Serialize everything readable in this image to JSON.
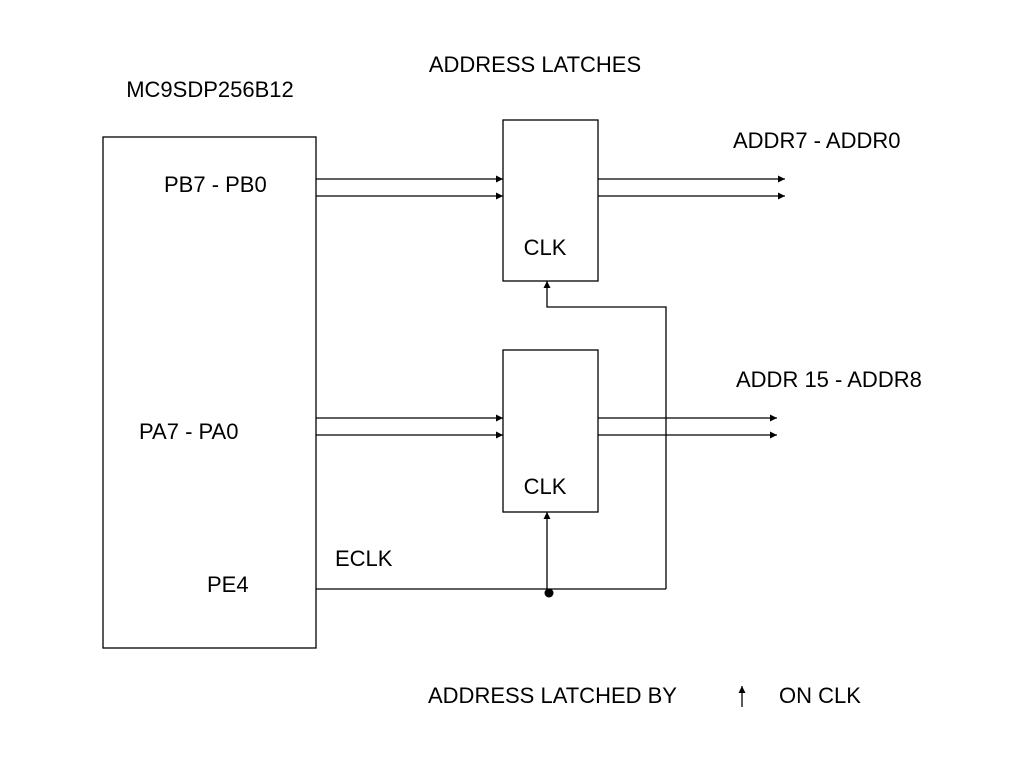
{
  "title": "ADDRESS LATCHES",
  "mcu": {
    "name": "MC9SDP256B12",
    "ports": {
      "portb": "PB7 - PB0",
      "porta": "PA7 - PA0",
      "pe4": "PE4"
    }
  },
  "latches": {
    "upper": {
      "clock_label": "CLK",
      "output_label": "ADDR7 - ADDR0"
    },
    "lower": {
      "clock_label": "CLK",
      "output_label": "ADDR 15 - ADDR8"
    }
  },
  "clock_signal": "ECLK",
  "footnote": {
    "prefix": "ADDRESS LATCHED BY",
    "suffix": "ON CLK",
    "edge_symbol": "rising-edge-arrow-icon"
  }
}
